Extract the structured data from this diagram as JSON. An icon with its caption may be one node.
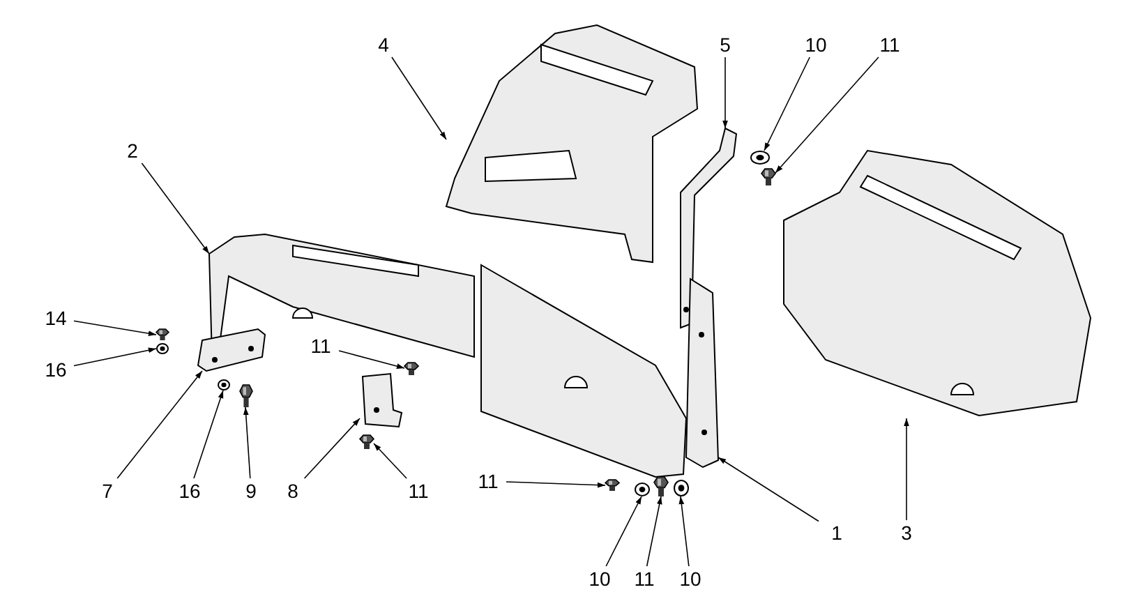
{
  "diagram": {
    "nodes": [
      {
        "text": [
          "4"
        ]
      },
      {
        "text": [
          "5"
        ]
      },
      {
        "text": [
          "10"
        ]
      },
      {
        "text": [
          "11"
        ]
      },
      {
        "text": [
          "2"
        ]
      },
      {
        "text": [
          "14"
        ]
      },
      {
        "text": [
          "16"
        ]
      },
      {
        "text": [
          "11"
        ]
      },
      {
        "text": [
          "7"
        ]
      },
      {
        "text": [
          "16"
        ]
      },
      {
        "text": [
          "9"
        ]
      },
      {
        "text": [
          "8"
        ]
      },
      {
        "text": [
          "11"
        ]
      },
      {
        "text": [
          "11"
        ]
      },
      {
        "text": [
          "1"
        ]
      },
      {
        "text": [
          "3"
        ]
      },
      {
        "text": [
          "10"
        ]
      },
      {
        "text": [
          "11"
        ]
      },
      {
        "text": [
          "10"
        ]
      },
      {
        "text": [],
        "shape": "picture"
      },
      {
        "text": [],
        "shape": "picture"
      },
      {
        "text": [],
        "shape": "picture"
      },
      {
        "text": [],
        "shape": "picture"
      },
      {
        "text": [],
        "shape": "picture"
      },
      {
        "text": [],
        "shape": "picture"
      },
      {
        "text": [],
        "shape": "picture"
      },
      {
        "text": [],
        "shape": "picture"
      },
      {
        "text": [],
        "shape": "picture"
      },
      {
        "text": [],
        "shape": "picture"
      },
      {
        "text": [],
        "shape": "picture"
      },
      {
        "text": [],
        "shape": "picture"
      },
      {
        "text": [],
        "shape": "picture"
      },
      {
        "text": [],
        "shape": "picture"
      },
      {
        "text": [],
        "shape": "picture"
      },
      {
        "text": [],
        "shape": "picture"
      },
      {
        "text": [],
        "shape": "picture"
      },
      {
        "text": [],
        "shape": "picture"
      },
      {
        "text": [],
        "shape": "picture"
      }
    ],
    "edges": [
      {
        "from": 0,
        "to": 19,
        "arrow": "to"
      },
      {
        "from": 1,
        "to": 20,
        "arrow": "to"
      },
      {
        "from": 2,
        "to": 21,
        "arrow": "to"
      },
      {
        "from": 3,
        "to": 22,
        "arrow": "to"
      },
      {
        "from": 4,
        "to": 23,
        "arrow": "to"
      },
      {
        "from": 5,
        "to": 24,
        "arrow": "to"
      },
      {
        "from": 6,
        "to": 25,
        "arrow": "to"
      },
      {
        "from": 7,
        "to": 26,
        "arrow": "to"
      },
      {
        "from": 8,
        "to": 27,
        "arrow": "to"
      },
      {
        "from": 9,
        "to": 28,
        "arrow": "to"
      },
      {
        "from": 10,
        "to": 29,
        "arrow": "to"
      },
      {
        "from": 11,
        "to": 30,
        "arrow": "to"
      },
      {
        "from": 12,
        "to": 31,
        "arrow": "to"
      },
      {
        "from": 13,
        "to": 32,
        "arrow": "to"
      },
      {
        "from": 14,
        "to": 33,
        "arrow": "to"
      },
      {
        "from": 15,
        "to": 34,
        "arrow": "to"
      },
      {
        "from": 16,
        "to": 35,
        "arrow": "to"
      },
      {
        "from": 17,
        "to": 36,
        "arrow": "to"
      },
      {
        "from": 18,
        "to": 37,
        "arrow": "to"
      }
    ]
  }
}
